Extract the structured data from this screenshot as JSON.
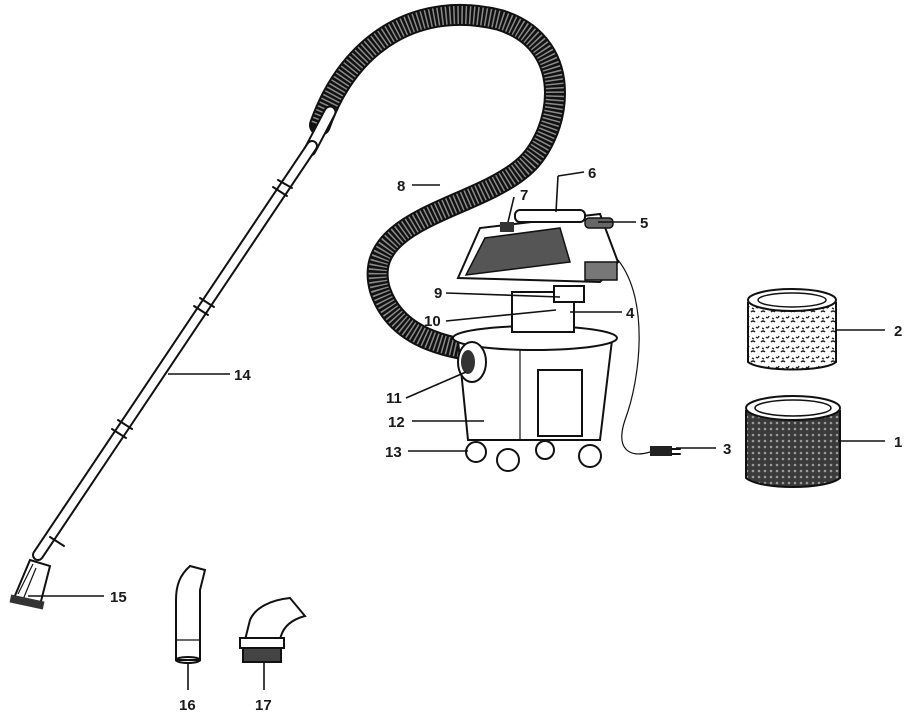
{
  "figure": {
    "parts": [
      {
        "id": "1",
        "name": "foam-filter-sleeve"
      },
      {
        "id": "2",
        "name": "cartridge-filter"
      },
      {
        "id": "3",
        "name": "power-cord-plug"
      },
      {
        "id": "4",
        "name": "filter-cage"
      },
      {
        "id": "5",
        "name": "carry-handle"
      },
      {
        "id": "6",
        "name": "power-head-lid"
      },
      {
        "id": "7",
        "name": "on-off-switch"
      },
      {
        "id": "8",
        "name": "hose"
      },
      {
        "id": "9",
        "name": "power-head"
      },
      {
        "id": "10",
        "name": "latch"
      },
      {
        "id": "11",
        "name": "hose-inlet"
      },
      {
        "id": "12",
        "name": "tank"
      },
      {
        "id": "13",
        "name": "caster-wheels"
      },
      {
        "id": "14",
        "name": "extension-wands"
      },
      {
        "id": "15",
        "name": "floor-nozzle"
      },
      {
        "id": "16",
        "name": "crevice-tool"
      },
      {
        "id": "17",
        "name": "utility-nozzle"
      }
    ]
  }
}
